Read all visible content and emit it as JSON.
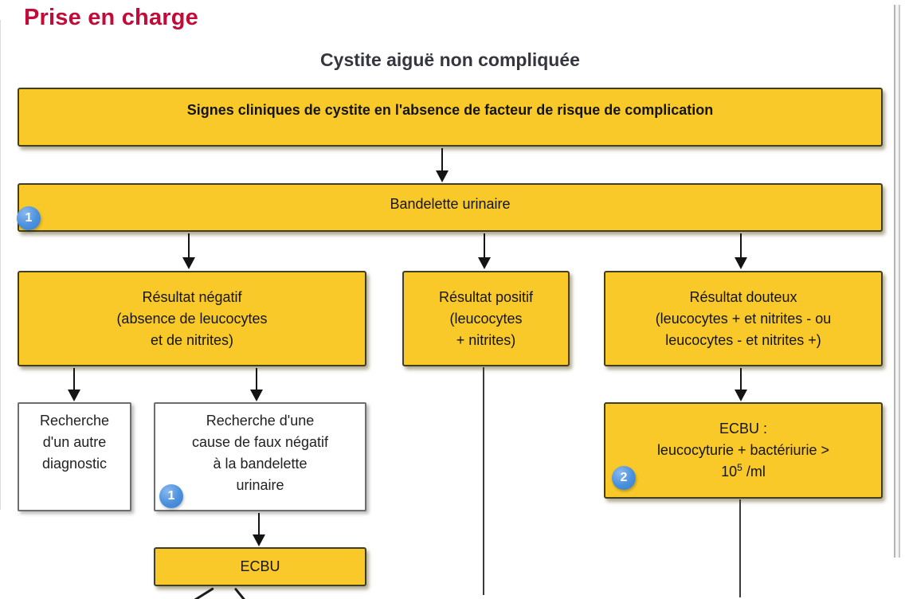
{
  "page": {
    "title": "Prise en charge",
    "subtitle": "Cystite aiguë non compliquée"
  },
  "colors": {
    "title_red": "#C30B3A",
    "box_yellow": "#F8C929",
    "box_border": "#433E20",
    "badge_blue": "#4A90DD",
    "subtitle_gray": "#35353F"
  },
  "flowchart": {
    "top_box": "Signes cliniques de cystite en l'absence de facteur de risque de complication",
    "bandelette_box": {
      "label": "Bandelette urinaire",
      "badge": "1"
    },
    "result_negative": {
      "lines": [
        "Résultat négatif",
        "(absence de leucocytes",
        "et de nitrites)"
      ]
    },
    "result_positive": {
      "lines": [
        "Résultat positif",
        "(leucocytes",
        "+ nitrites)"
      ]
    },
    "result_doubtful": {
      "lines": [
        "Résultat douteux",
        "(leucocytes + et nitrites - ou",
        "leucocytes - et nitrites +)"
      ]
    },
    "other_diagnosis": {
      "lines": [
        "Recherche",
        "d'un autre",
        "diagnostic"
      ]
    },
    "false_negative": {
      "lines": [
        "Recherche d'une",
        "cause de faux négatif",
        "à la bandelette",
        "urinaire"
      ],
      "badge": "1"
    },
    "ecbu_right": {
      "line1": "ECBU :",
      "line2": "leucocyturie + bactériurie >",
      "line3_base": "10",
      "line3_sup": "5",
      "line3_rest": " /ml",
      "badge": "2"
    },
    "ecbu_bottom": "ECBU"
  }
}
